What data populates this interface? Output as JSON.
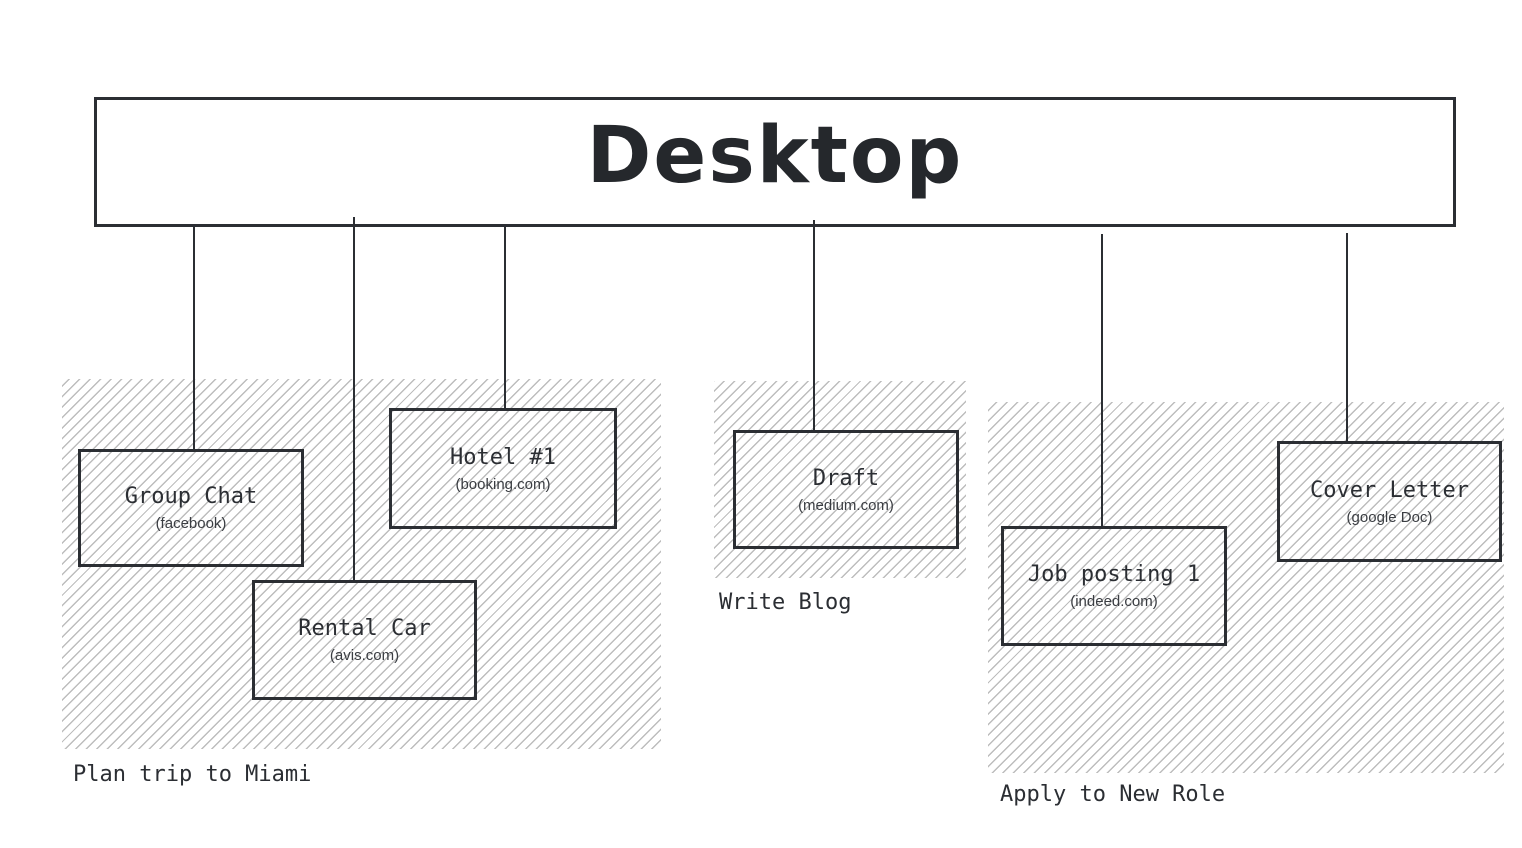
{
  "desktop": {
    "title": "Desktop"
  },
  "groups": [
    {
      "label": "Plan trip to Miami"
    },
    {
      "label": "Write Blog"
    },
    {
      "label": "Apply to New Role"
    }
  ],
  "windows": [
    {
      "title": "Group Chat",
      "source": "(facebook)"
    },
    {
      "title": "Rental Car",
      "source": "(avis.com)"
    },
    {
      "title": "Hotel #1",
      "source": "(booking.com)"
    },
    {
      "title": "Draft",
      "source": "(medium.com)"
    },
    {
      "title": "Job posting 1",
      "source": "(indeed.com)"
    },
    {
      "title": "Cover Letter",
      "source": "(google Doc)"
    }
  ]
}
